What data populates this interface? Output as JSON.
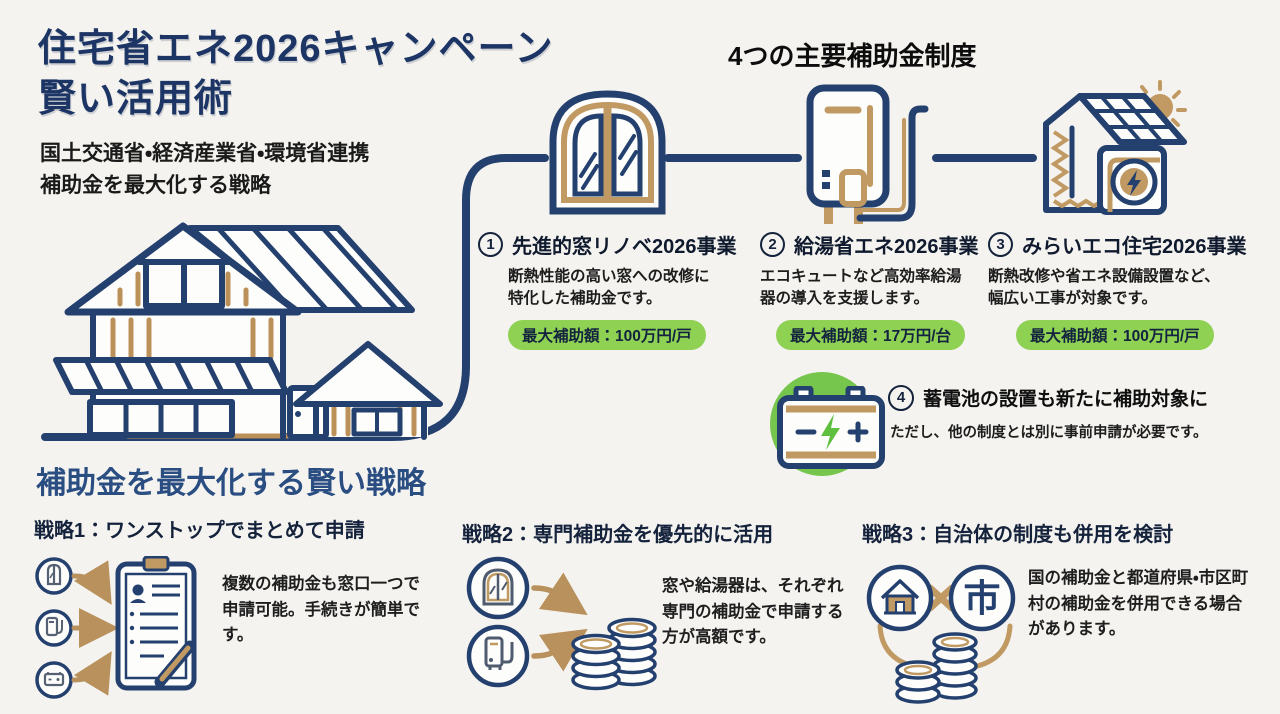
{
  "colors": {
    "background": "#f4f3ef",
    "navy": "#24406e",
    "title_navy": "#1c3564",
    "section_navy": "#2a4d82",
    "tan": "#c09a62",
    "badge_green": "#8ed153",
    "battery_circle_green": "#76c64e",
    "bolt_green": "#5fbf3f"
  },
  "header": {
    "title_line1": "住宅省エネ2026キャンペーン",
    "title_line2": "賢い活用術",
    "subtitle_line1": "国土交通省・経済産業省・環境省連携",
    "subtitle_line2": "補助金を最大化する戦略"
  },
  "programs": {
    "heading": "4つの主要補助金制度",
    "items": [
      {
        "number": "1",
        "title": "先進的窓リノベ2026事業",
        "description": "断熱性能の高い窓への改修に特化した補助金です。",
        "badge": "最大補助額：100万円/戸",
        "icon": "window-icon"
      },
      {
        "number": "2",
        "title": "給湯省エネ2026事業",
        "description": "エコキュートなど高効率給湯器の導入を支援します。",
        "badge": "最大補助額：17万円/台",
        "icon": "water-heater-icon"
      },
      {
        "number": "3",
        "title": "みらいエコ住宅2026事業",
        "description": "断熱改修や省エネ設備設置など、幅広い工事が対象です。",
        "badge": "最大補助額：100万円/戸",
        "icon": "eco-house-icon"
      }
    ],
    "battery_note": {
      "number": "4",
      "title": "蓄電池の設置も新たに補助対象に",
      "description": "ただし、他の制度とは別に事前申請が必要です。",
      "icon": "battery-icon"
    }
  },
  "strategies": {
    "heading": "補助金を最大化する賢い戦略",
    "items": [
      {
        "title": "戦略1：ワンストップでまとめて申請",
        "description": "複数の補助金も窓口一つで申請可能。手続きが簡単です。",
        "icons": [
          "window-icon",
          "water-heater-icon",
          "battery-icon",
          "clipboard-icon"
        ]
      },
      {
        "title": "戦略2：専門補助金を優先的に活用",
        "description": "窓や給湯器は、それぞれ専門の補助金で申請する方が高額です。",
        "icons": [
          "window-icon",
          "water-heater-icon",
          "coins-icon"
        ]
      },
      {
        "title": "戦略3：自治体の制度も併用を検討",
        "description": "国の補助金と都道府県・市区町村の補助金を併用できる場合があります。",
        "icons": [
          "national-house-icon",
          "city-icon",
          "coins-icon"
        ],
        "city_glyph": "市"
      }
    ]
  }
}
